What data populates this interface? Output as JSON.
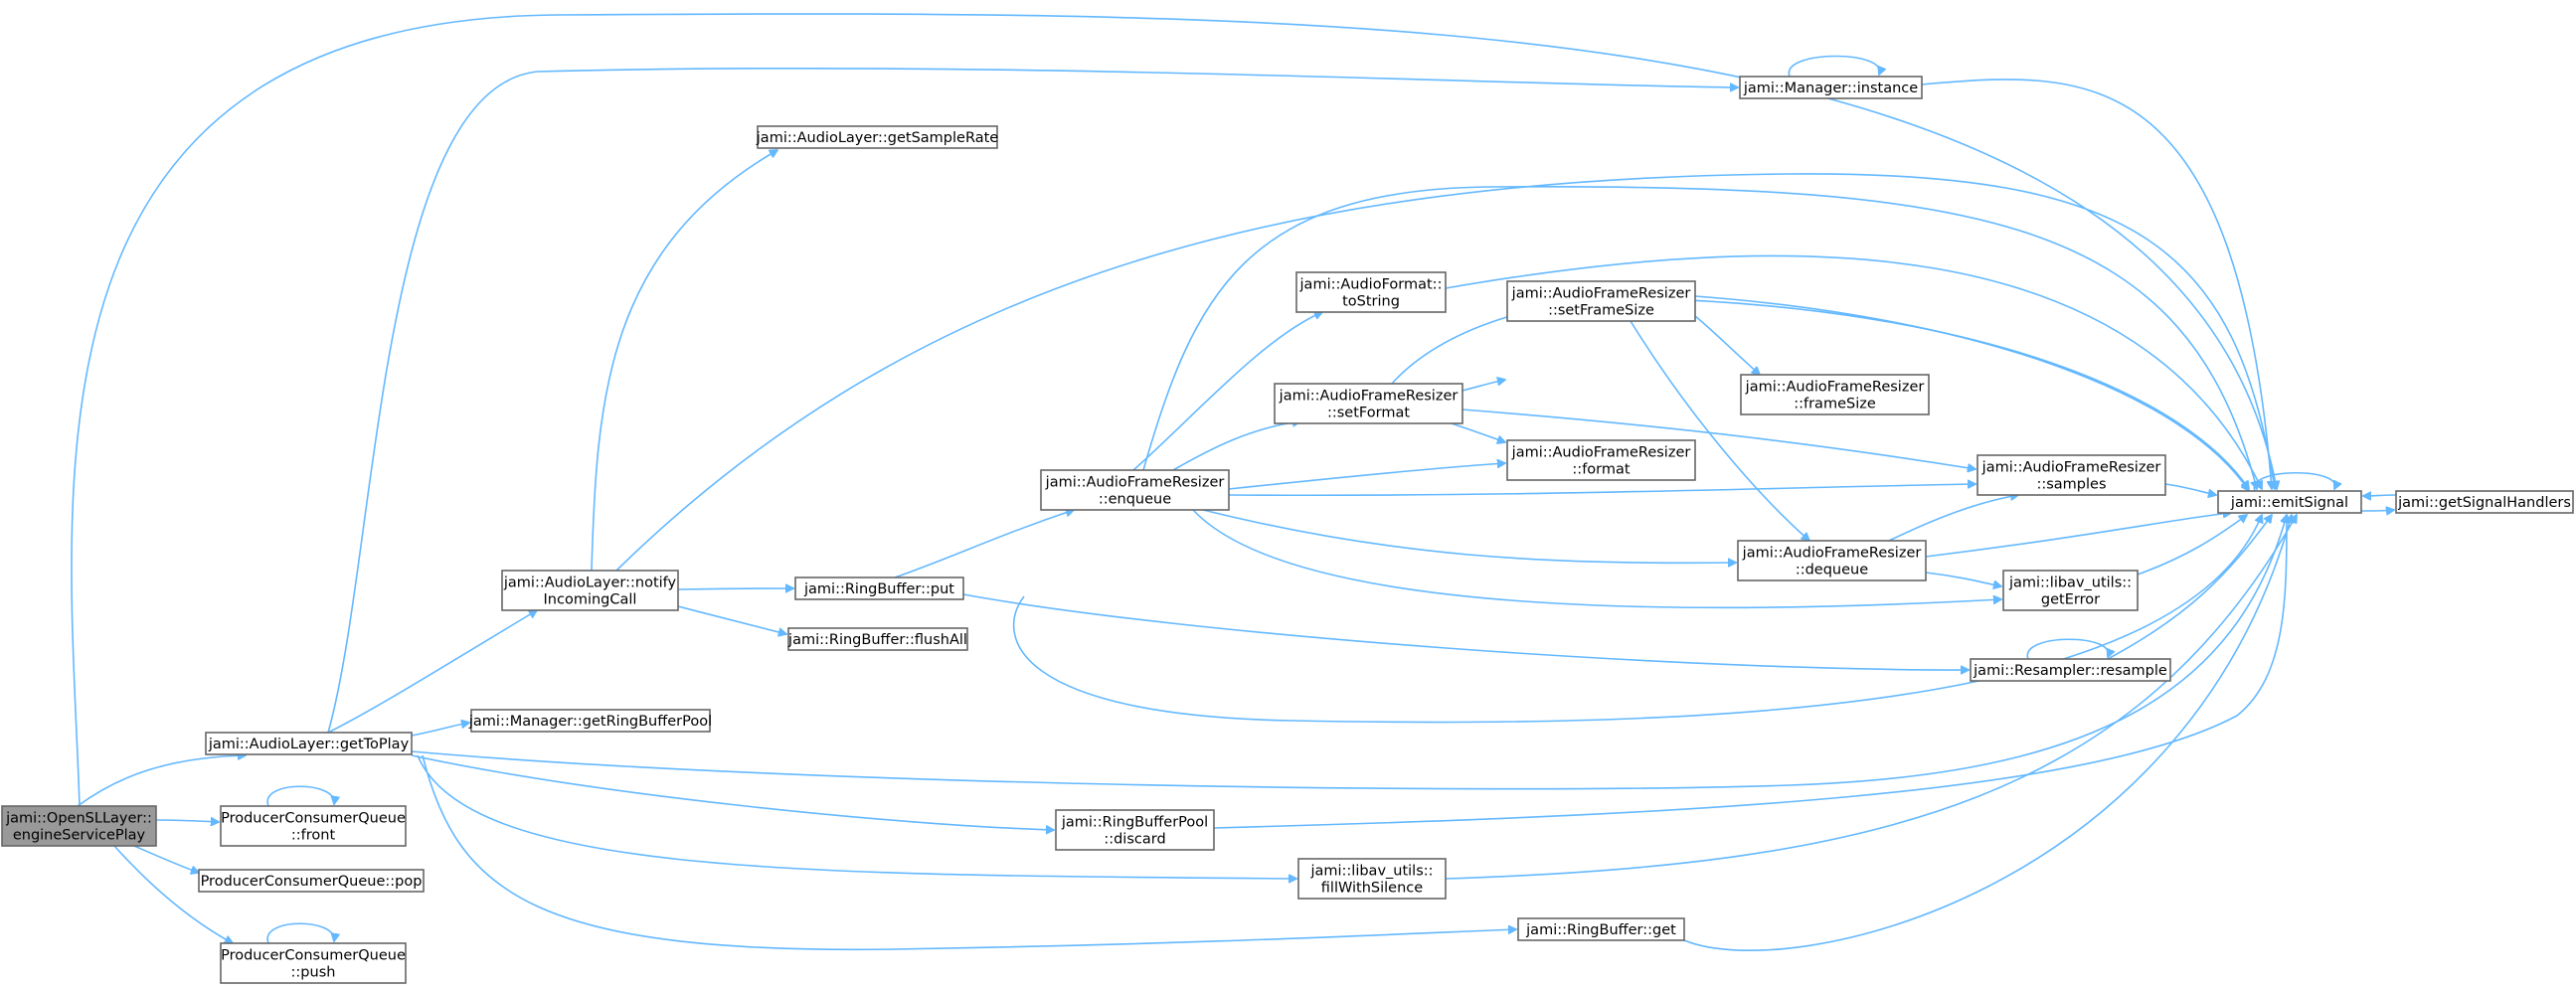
{
  "nodes": {
    "engineServicePlay": [
      "jami::OpenSLLayer::",
      "engineServicePlay"
    ],
    "getToPlay": [
      "jami::AudioLayer::getToPlay"
    ],
    "front": [
      "ProducerConsumerQueue",
      "::front"
    ],
    "pop": [
      "ProducerConsumerQueue::pop"
    ],
    "push": [
      "ProducerConsumerQueue",
      "::push"
    ],
    "managerInstance": [
      "jami::Manager::instance"
    ],
    "getSampleRate": [
      "jami::AudioLayer::getSampleRate"
    ],
    "notifyIncomingCall": [
      "jami::AudioLayer::notify",
      "IncomingCall"
    ],
    "getRingBufferPool": [
      "jami::Manager::getRingBufferPool"
    ],
    "ringBufferPut": [
      "jami::RingBuffer::put"
    ],
    "flushAll": [
      "jami::RingBuffer::flushAll"
    ],
    "enqueue": [
      "jami::AudioFrameResizer",
      "::enqueue"
    ],
    "toString": [
      "jami::AudioFormat::",
      "toString"
    ],
    "setFormat": [
      "jami::AudioFrameResizer",
      "::setFormat"
    ],
    "setFrameSize": [
      "jami::AudioFrameResizer",
      "::setFrameSize"
    ],
    "frameSize": [
      "jami::AudioFrameResizer",
      "::frameSize"
    ],
    "format": [
      "jami::AudioFrameResizer",
      "::format"
    ],
    "samples": [
      "jami::AudioFrameResizer",
      "::samples"
    ],
    "dequeue": [
      "jami::AudioFrameResizer",
      "::dequeue"
    ],
    "getError": [
      "jami::libav_utils::",
      "getError"
    ],
    "resample": [
      "jami::Resampler::resample"
    ],
    "discard": [
      "jami::RingBufferPool",
      "::discard"
    ],
    "fillWithSilence": [
      "jami::libav_utils::",
      "fillWithSilence"
    ],
    "ringBufferGet": [
      "jami::RingBuffer::get"
    ],
    "emitSignal": [
      "jami::emitSignal"
    ],
    "getSignalHandlers": [
      "jami::getSignalHandlers"
    ]
  },
  "colors": {
    "edge": "#63b8ff",
    "node_border": "#666666",
    "root_fill": "#999999",
    "node_fill": "#ffffff"
  }
}
